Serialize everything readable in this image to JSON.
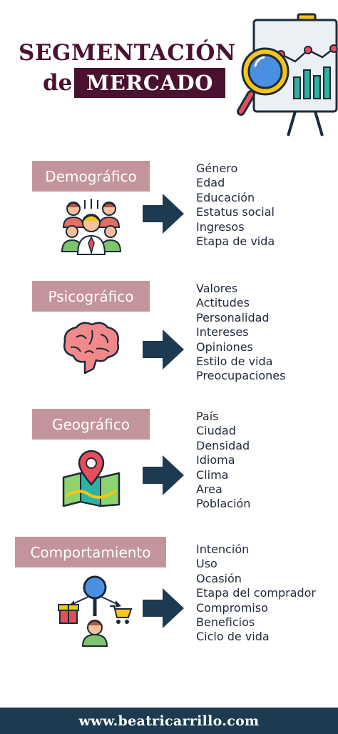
{
  "header": {
    "line1": "SEGMENTACIÓN",
    "line2_prefix": "de",
    "line2_boxed": "MERCADO",
    "icon": "presentation-board-magnifier-icon"
  },
  "sections": [
    {
      "label": "Demográfico",
      "icon": "people-group-icon",
      "items": [
        "Género",
        "Edad",
        "Educación",
        "Estatus social",
        "Ingresos",
        "Etapa de vida"
      ]
    },
    {
      "label": "Psicográfico",
      "icon": "brain-icon",
      "items": [
        "Valores",
        "Actitudes",
        "Personalidad",
        "Intereses",
        "Opiniones",
        "Estilo de vida",
        "Preocupaciones"
      ]
    },
    {
      "label": "Geográfico",
      "icon": "map-pin-icon",
      "items": [
        "País",
        "Ciudad",
        "Densidad",
        "Idioma",
        "Clima",
        "Area",
        "Población"
      ]
    },
    {
      "label": "Comportamiento",
      "icon": "customer-behavior-icon",
      "items": [
        "Intención",
        "Uso",
        "Ocasión",
        "Etapa del comprador",
        "Compromiso",
        "Beneficios",
        "Ciclo de vida"
      ]
    }
  ],
  "footer": {
    "url": "www.beatricarrillo.com"
  },
  "colors": {
    "title": "#4a1230",
    "label_bg": "#c3959b",
    "arrow": "#1c3b50",
    "footer_bg": "#1c3b50",
    "text": "#1f2a3a"
  }
}
